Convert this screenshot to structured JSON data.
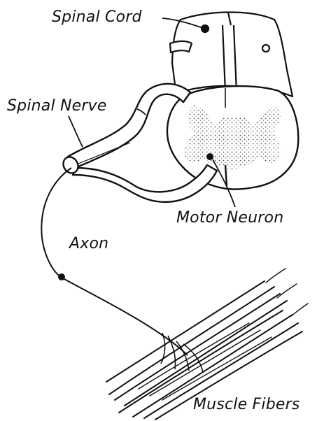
{
  "labels": {
    "spinal_cord": "Spinal Cord",
    "spinal_nerve": "Spinal Nerve",
    "motor_neuron": "Motor Neuron",
    "axon": "Axon",
    "muscle_fibers": "Muscle Fibers"
  },
  "colors": {
    "ink": "#111111",
    "grey_matter": "#c8c8c8",
    "background": "#ffffff"
  }
}
